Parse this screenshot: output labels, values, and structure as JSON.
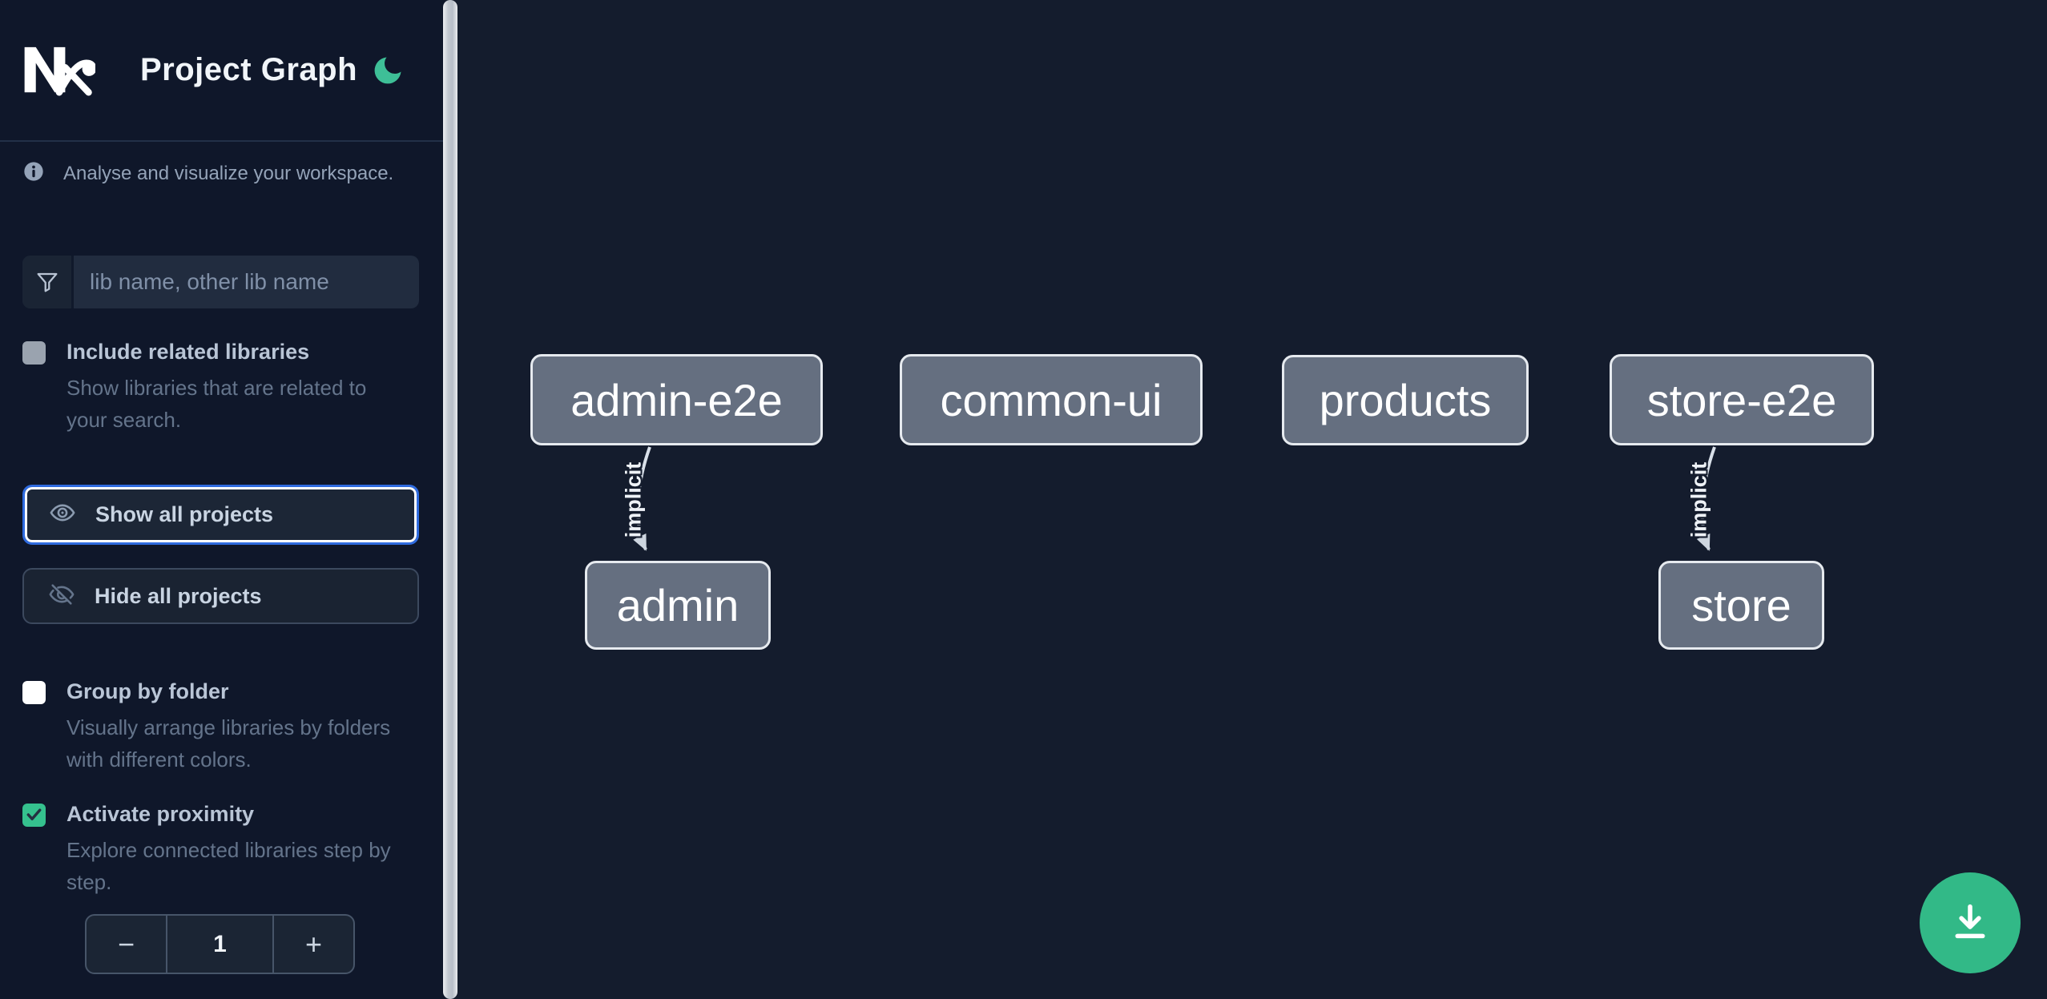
{
  "header": {
    "title": "Project Graph",
    "logo_icon": "nx-logo",
    "theme_toggle_icon": "moon-icon"
  },
  "intro": {
    "icon": "info-icon",
    "text": "Analyse and visualize your workspace."
  },
  "search": {
    "icon": "funnel-icon",
    "placeholder": "lib name, other lib name",
    "value": ""
  },
  "toggles": {
    "include_related": {
      "label": "Include related libraries",
      "description": "Show libraries that are related to your search.",
      "checked": false,
      "enabled": false
    },
    "group_by_folder": {
      "label": "Group by folder",
      "description": "Visually arrange libraries by folders with different colors.",
      "checked": false,
      "enabled": true
    },
    "activate_proximity": {
      "label": "Activate proximity",
      "description": "Explore connected libraries step by step.",
      "checked": true,
      "enabled": true
    }
  },
  "actions": {
    "show_all": {
      "label": "Show all projects",
      "icon": "eye-icon",
      "focused": true
    },
    "hide_all": {
      "label": "Hide all projects",
      "icon": "eye-off-icon",
      "focused": false
    }
  },
  "proximity_stepper": {
    "decrement_label": "−",
    "value": "1",
    "increment_label": "+"
  },
  "graph": {
    "nodes": [
      {
        "id": "admin-e2e",
        "label": "admin-e2e"
      },
      {
        "id": "common-ui",
        "label": "common-ui"
      },
      {
        "id": "products",
        "label": "products"
      },
      {
        "id": "store-e2e",
        "label": "store-e2e"
      },
      {
        "id": "admin",
        "label": "admin"
      },
      {
        "id": "store",
        "label": "store"
      }
    ],
    "edges": [
      {
        "source": "admin-e2e",
        "target": "admin",
        "label": "implicit"
      },
      {
        "source": "store-e2e",
        "target": "store",
        "label": "implicit"
      }
    ]
  },
  "fab": {
    "icon": "download-icon"
  },
  "colors": {
    "sidebar_bg": "#0f172a",
    "canvas_bg": "#141c2d",
    "accent_green_moon": "#3ebf97",
    "checkbox_green": "#35c18e",
    "fab_green": "#32b987",
    "focus_ring_blue": "#2f6bdf",
    "node_fill": "#656f80",
    "node_border": "#e6eaef",
    "edge": "#d9e0e9"
  }
}
